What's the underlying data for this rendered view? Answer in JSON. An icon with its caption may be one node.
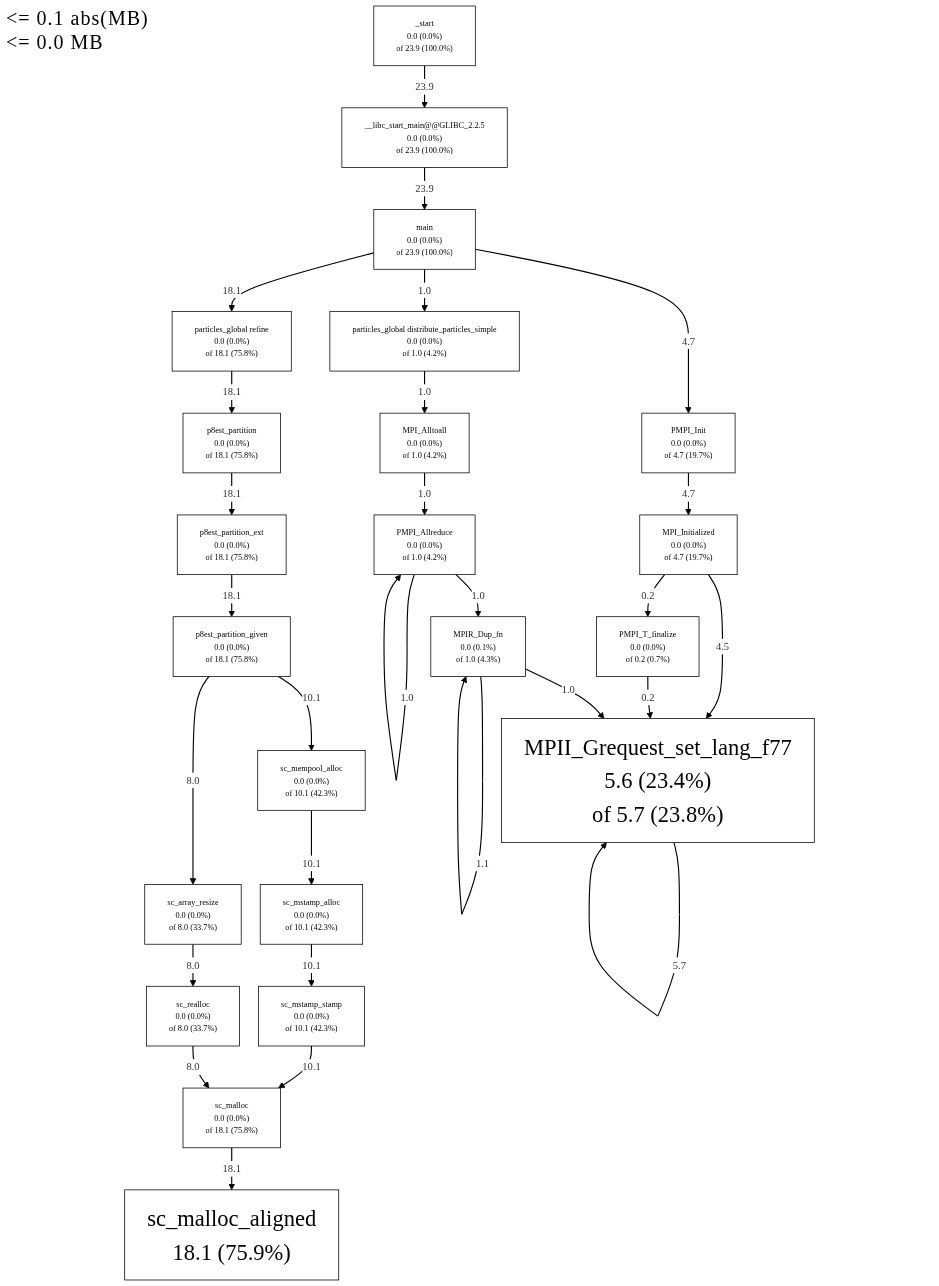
{
  "diagram": {
    "nodes": [
      {
        "text": [
          "_start",
          "0.0 (0.0%)",
          "of 23.9 (100.0%)"
        ]
      },
      {
        "text": [
          "__libc_start_main@@GLIBC_2.2.5",
          "0.0 (0.0%)",
          "of 23.9 (100.0%)"
        ]
      },
      {
        "text": [
          "main",
          "0.0 (0.0%)",
          "of 23.9 (100.0%)"
        ]
      },
      {
        "text": [
          "particles_global refine",
          "0.0 (0.0%)",
          "of 18.1 (75.8%)"
        ]
      },
      {
        "text": [
          "particles_global distribute_particles_simple",
          "0.0 (0.0%)",
          "of 1.0 (4.2%)"
        ]
      },
      {
        "text": [
          "PMPI_Init",
          "0.0 (0.0%)",
          "of 4.7 (19.7%)"
        ]
      },
      {
        "text": [
          "p8est_partition",
          "0.0 (0.0%)",
          "of 18.1 (75.8%)"
        ]
      },
      {
        "text": [
          "MPI_Alltoall",
          "0.0 (0.0%)",
          "of 1.0 (4.2%)"
        ]
      },
      {
        "text": [
          "p8est_partition_ext",
          "0.0 (0.0%)",
          "of 18.1 (75.8%)"
        ]
      },
      {
        "text": [
          "MPI_Initialized",
          "0.0 (0.0%)",
          "of 4.7 (19.7%)"
        ]
      },
      {
        "text": [
          "PMPI_Allreduce",
          "0.0 (0.0%)",
          "of 1.0 (4.2%)"
        ]
      },
      {
        "text": [
          "p8est_partition_given",
          "0.0 (0.0%)",
          "of 18.1 (75.8%)"
        ]
      },
      {
        "text": [
          "PMPI_T_finalize",
          "0.0 (0.0%)",
          "of 0.2 (0.7%)"
        ]
      },
      {
        "text": [
          "MPIR_Dup_fn",
          "0.0 (0.1%)",
          "of 1.0 (4.3%)"
        ]
      },
      {
        "text": [
          "MPII_Grequest_set_lang_f77",
          "5.6 (23.4%)",
          "of 5.7 (23.8%)"
        ]
      },
      {
        "text": [
          "sc_mempool_alloc",
          "0.0 (0.0%)",
          "of 10.1 (42.3%)"
        ]
      },
      {
        "text": [
          "sc_mstamp_alloc",
          "0.0 (0.0%)",
          "of 10.1 (42.3%)"
        ]
      },
      {
        "text": [
          "sc_array_resize",
          "0.0 (0.0%)",
          "of 8.0 (33.7%)"
        ]
      },
      {
        "text": [
          "sc_mstamp_stamp",
          "0.0 (0.0%)",
          "of 10.1 (42.3%)"
        ]
      },
      {
        "text": [
          "sc_realloc",
          "0.0 (0.0%)",
          "of 8.0 (33.7%)"
        ]
      },
      {
        "text": [
          "sc_malloc",
          "0.0 (0.0%)",
          "of 18.1 (75.8%)"
        ]
      },
      {
        "text": [
          "sc_malloc_aligned",
          "18.1 (75.9%)"
        ]
      }
    ],
    "edges": [
      {
        "from": 0,
        "to": 1,
        "arrow": "to",
        "label": "23.9"
      },
      {
        "from": 1,
        "to": 2,
        "arrow": "to",
        "label": "23.9"
      },
      {
        "from": 2,
        "to": 3,
        "arrow": "to",
        "label": "18.1"
      },
      {
        "from": 2,
        "to": 5,
        "arrow": "to",
        "label": "4.7"
      },
      {
        "from": 2,
        "to": 4,
        "arrow": "to",
        "label": "1.0"
      },
      {
        "from": 3,
        "to": 6,
        "arrow": "to",
        "label": "18.1"
      },
      {
        "from": 4,
        "to": 7,
        "arrow": "to",
        "label": "1.0"
      },
      {
        "from": 5,
        "to": 9,
        "arrow": "to",
        "label": "4.7"
      },
      {
        "from": 6,
        "to": 8,
        "arrow": "to",
        "label": "18.1"
      },
      {
        "from": 7,
        "to": 10,
        "arrow": "to",
        "label": "1.0"
      },
      {
        "from": 8,
        "to": 11,
        "arrow": "to",
        "label": "18.1"
      },
      {
        "from": 10,
        "to": 10,
        "arrow": "to",
        "label": "1.0"
      },
      {
        "from": 9,
        "to": 12,
        "arrow": "to",
        "label": "0.2"
      },
      {
        "from": 9,
        "to": 14,
        "arrow": "to",
        "label": "4.5"
      },
      {
        "from": 10,
        "to": 13,
        "arrow": "to",
        "label": "1.0"
      },
      {
        "from": 13,
        "to": 13,
        "arrow": "to",
        "label": "1.1"
      },
      {
        "from": 12,
        "to": 14,
        "arrow": "to",
        "label": "0.2"
      },
      {
        "from": 13,
        "to": 14,
        "arrow": "to",
        "label": "1.0"
      },
      {
        "from": 14,
        "to": 14,
        "arrow": "to",
        "label": "5.7"
      },
      {
        "from": 11,
        "to": 15,
        "arrow": "to",
        "label": "10.1"
      },
      {
        "from": 11,
        "to": 17,
        "arrow": "to",
        "label": "8.0"
      },
      {
        "from": 15,
        "to": 16,
        "arrow": "to",
        "label": "10.1"
      },
      {
        "from": 16,
        "to": 18,
        "arrow": "to",
        "label": "10.1"
      },
      {
        "from": 17,
        "to": 19,
        "arrow": "to",
        "label": "8.0"
      },
      {
        "from": 18,
        "to": 20,
        "arrow": "to",
        "label": "10.1"
      },
      {
        "from": 19,
        "to": 20,
        "arrow": "to",
        "label": "8.0"
      },
      {
        "from": 20,
        "to": 21,
        "arrow": "to",
        "label": "18.1"
      }
    ],
    "labels": [
      "<= 0.1 abs(MB)",
      "<= 0.0 MB"
    ]
  }
}
